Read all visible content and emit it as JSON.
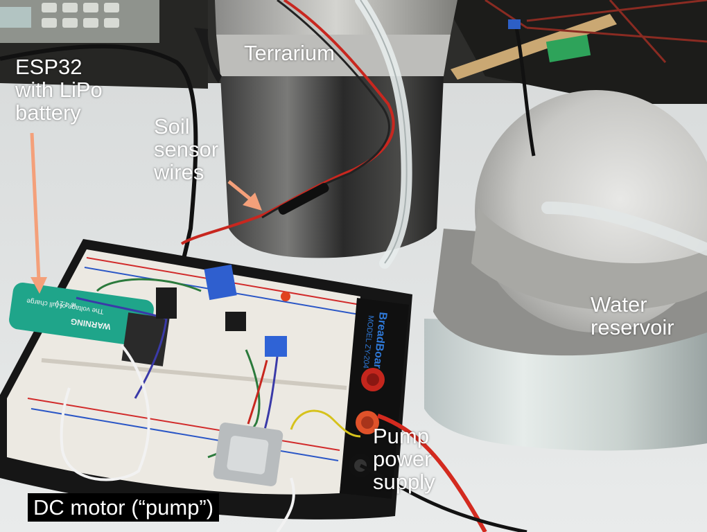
{
  "labels": {
    "esp32": [
      "ESP32",
      "with LiPo",
      "battery"
    ],
    "terrarium": "Terrarium",
    "soil_sensor": [
      "Soil",
      "sensor",
      "wires"
    ],
    "water_reservoir": [
      "Water",
      "reservoir"
    ],
    "pump_power": [
      "Pump",
      "power",
      "supply"
    ],
    "dc_motor": "DC motor (“pump”)"
  },
  "battery_print": {
    "brand": "WARNING",
    "line1": "The voltage of full charge",
    "line2": "is 4.2V"
  },
  "breadboard_print": {
    "brand": "BreadBoard",
    "model": "MODEL ZY-204"
  },
  "colors": {
    "arrow": "#f4a07a",
    "label_text": "#ffffff",
    "battery": "#1fa58a",
    "breadboard_base": "#161616"
  }
}
